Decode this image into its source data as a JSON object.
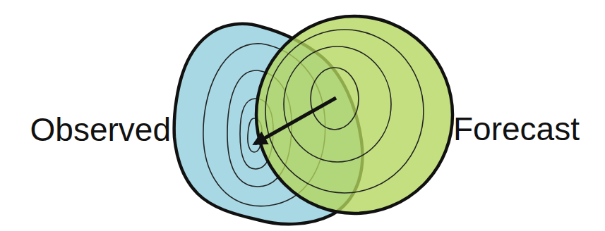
{
  "diagram": {
    "nodes": [
      {
        "text": [
          "Observed"
        ]
      },
      {
        "text": [
          "Forecast"
        ]
      }
    ],
    "edges": [
      {
        "from": 1,
        "to": 0,
        "arrow": "to"
      }
    ]
  }
}
